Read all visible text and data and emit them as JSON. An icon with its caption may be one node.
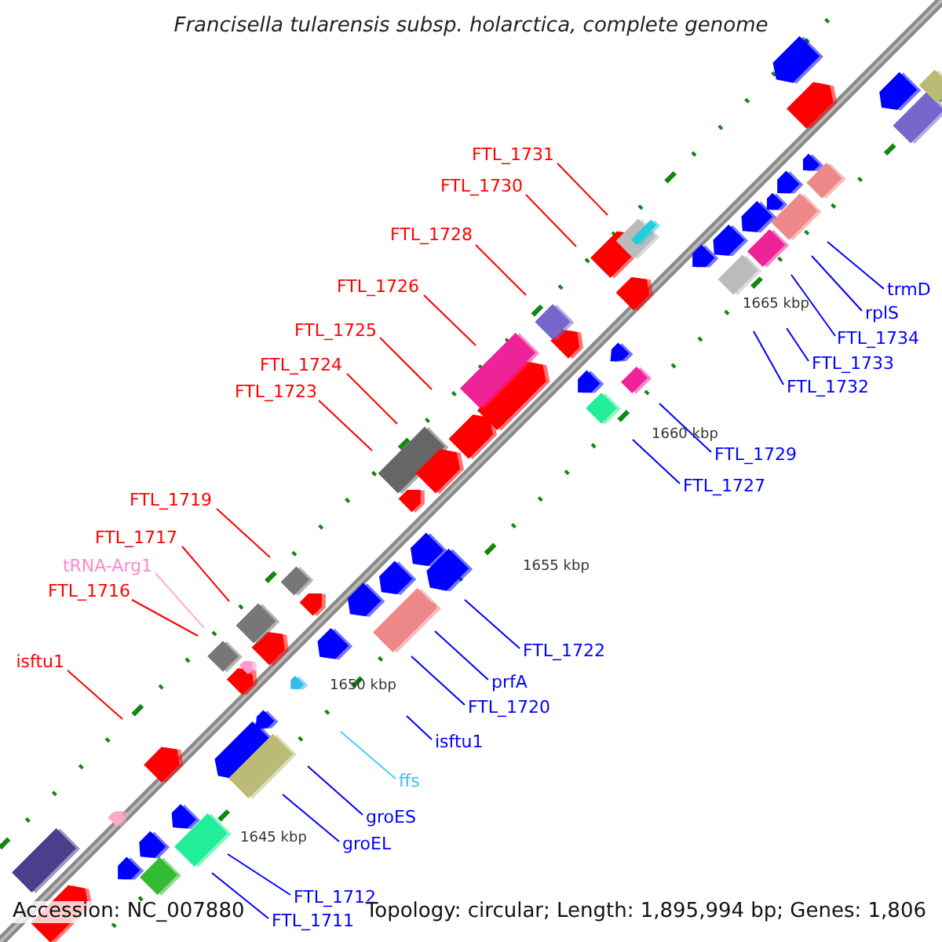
{
  "diagram": {
    "title": "Francisella tularensis subsp. holarctica, complete genome",
    "nodes": [
      {
        "text": [
          "FTL_1731"
        ]
      },
      {
        "text": [
          "FTL_1730"
        ]
      },
      {
        "text": [
          "FTL_1728"
        ]
      },
      {
        "text": [
          "FTL_1726"
        ]
      },
      {
        "text": [
          "FTL_1725"
        ]
      },
      {
        "text": [
          "FTL_1724"
        ]
      },
      {
        "text": [
          "FTL_1723"
        ]
      },
      {
        "text": [
          "FTL_1719"
        ]
      },
      {
        "text": [
          "FTL_1717"
        ]
      },
      {
        "text": [
          "tRNA-Arg1"
        ]
      },
      {
        "text": [
          "FTL_1716"
        ]
      },
      {
        "text": [
          "isftu1"
        ]
      },
      {
        "text": [
          "trmD"
        ]
      },
      {
        "text": [
          "rplS"
        ]
      },
      {
        "text": [
          "FTL_1734"
        ]
      },
      {
        "text": [
          "FTL_1733"
        ]
      },
      {
        "text": [
          "FTL_1732"
        ]
      },
      {
        "text": [
          "FTL_1729"
        ]
      },
      {
        "text": [
          "FTL_1727"
        ]
      },
      {
        "text": [
          "FTL_1722"
        ]
      },
      {
        "text": [
          "prfA"
        ]
      },
      {
        "text": [
          "FTL_1720"
        ]
      },
      {
        "text": [
          "isftu1"
        ]
      },
      {
        "text": [
          "ffs"
        ]
      },
      {
        "text": [
          "groES"
        ]
      },
      {
        "text": [
          "groEL"
        ]
      },
      {
        "text": [
          "FTL_1712"
        ]
      },
      {
        "text": [
          "FTL_1711"
        ]
      }
    ],
    "edges": [
      {
        "from": 0,
        "to": null,
        "arrow": "none",
        "color": "#ff0000"
      },
      {
        "from": 1,
        "to": null,
        "arrow": "none",
        "color": "#ff0000"
      },
      {
        "from": 2,
        "to": null,
        "arrow": "none",
        "color": "#ff0000"
      },
      {
        "from": 3,
        "to": null,
        "arrow": "none",
        "color": "#ff0000"
      },
      {
        "from": 4,
        "to": null,
        "arrow": "none",
        "color": "#ff0000"
      },
      {
        "from": 5,
        "to": null,
        "arrow": "none",
        "color": "#ff0000"
      },
      {
        "from": 6,
        "to": null,
        "arrow": "none",
        "color": "#ff0000"
      },
      {
        "from": 7,
        "to": null,
        "arrow": "none",
        "color": "#ff0000"
      },
      {
        "from": 8,
        "to": null,
        "arrow": "none",
        "color": "#ff0000"
      },
      {
        "from": 9,
        "to": null,
        "arrow": "none",
        "color": "#ffaadd"
      },
      {
        "from": 10,
        "to": null,
        "arrow": "none",
        "color": "#ff0000"
      },
      {
        "from": 11,
        "to": null,
        "arrow": "none",
        "color": "#ff0000"
      },
      {
        "from": 12,
        "to": null,
        "arrow": "none"
      },
      {
        "from": 13,
        "to": null,
        "arrow": "none"
      },
      {
        "from": 14,
        "to": null,
        "arrow": "none"
      },
      {
        "from": 15,
        "to": null,
        "arrow": "none"
      },
      {
        "from": 16,
        "to": null,
        "arrow": "none"
      },
      {
        "from": 17,
        "to": null,
        "arrow": "none"
      },
      {
        "from": 18,
        "to": null,
        "arrow": "none"
      },
      {
        "from": 19,
        "to": null,
        "arrow": "none"
      },
      {
        "from": 20,
        "to": null,
        "arrow": "none"
      },
      {
        "from": 21,
        "to": null,
        "arrow": "none"
      },
      {
        "from": 22,
        "to": null,
        "arrow": "none"
      },
      {
        "from": 23,
        "to": null,
        "arrow": "none",
        "color": "#44ccff"
      },
      {
        "from": 24,
        "to": null,
        "arrow": "none"
      },
      {
        "from": 25,
        "to": null,
        "arrow": "none"
      },
      {
        "from": 26,
        "to": null,
        "arrow": "none"
      },
      {
        "from": 27,
        "to": null,
        "arrow": "none"
      }
    ],
    "labels": [
      "1665 kbp",
      "1660 kbp",
      "1655 kbp",
      "1650 kbp",
      "1645 kbp",
      "Accession: NC_007880",
      "Topology: circular; Length: 1,895,994 bp; Genes: 1,806"
    ]
  }
}
